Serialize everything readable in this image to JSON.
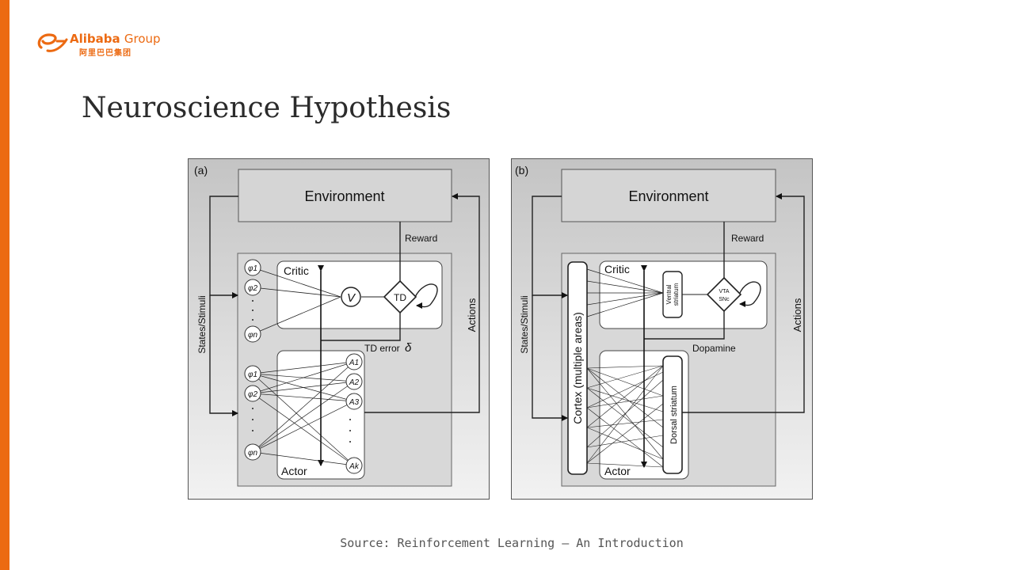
{
  "logo": {
    "brand": "Alibaba",
    "group": "Group",
    "chinese": "阿里巴巴集团"
  },
  "slide": {
    "title": "Neuroscience Hypothesis",
    "source": "Source: Reinforcement Learning – An Introduction"
  },
  "diagram_a": {
    "panel_label": "(a)",
    "environment": "Environment",
    "reward": "Reward",
    "states": "States/Stimuli",
    "actions": "Actions",
    "critic": "Critic",
    "actor": "Actor",
    "td_error": "TD error",
    "delta": "δ",
    "value_node": "V",
    "td_node": "TD",
    "critic_features": [
      "φ1",
      "φ2",
      "φn"
    ],
    "actor_features": [
      "φ1",
      "φ2",
      "φn"
    ],
    "actor_actions": [
      "A1",
      "A2",
      "A3",
      "Ak"
    ]
  },
  "diagram_b": {
    "panel_label": "(b)",
    "environment": "Environment",
    "reward": "Reward",
    "states": "States/Stimuli",
    "actions": "Actions",
    "critic": "Critic",
    "actor": "Actor",
    "cortex": "Cortex (multiple areas)",
    "ventral_line1": "Ventral",
    "ventral_line2": "striatum",
    "vta_line1": "VTA",
    "vta_line2": "SNc",
    "dopamine": "Dopamine",
    "dorsal": "Dorsal striatum"
  },
  "colors": {
    "accent": "#ec6a12",
    "panel_gray": "#c9c9c9",
    "box_gray": "#d5d5d5"
  }
}
